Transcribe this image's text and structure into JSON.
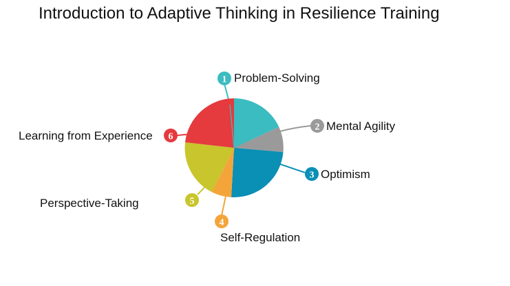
{
  "title": "Introduction to Adaptive Thinking in Resilience Training",
  "items": [
    {
      "number": "1",
      "label": "Problem-Solving",
      "color": "#3bbcc0"
    },
    {
      "number": "2",
      "label": "Mental Agility",
      "color": "#9a9a9a"
    },
    {
      "number": "3",
      "label": "Optimism",
      "color": "#0a8fb5"
    },
    {
      "number": "4",
      "label": "Self-Regulation",
      "color": "#f3a53a"
    },
    {
      "number": "5",
      "label": "Perspective-Taking",
      "color": "#c9c52c"
    },
    {
      "number": "6",
      "label": "Learning from Experience",
      "color": "#e53a3e"
    }
  ]
}
